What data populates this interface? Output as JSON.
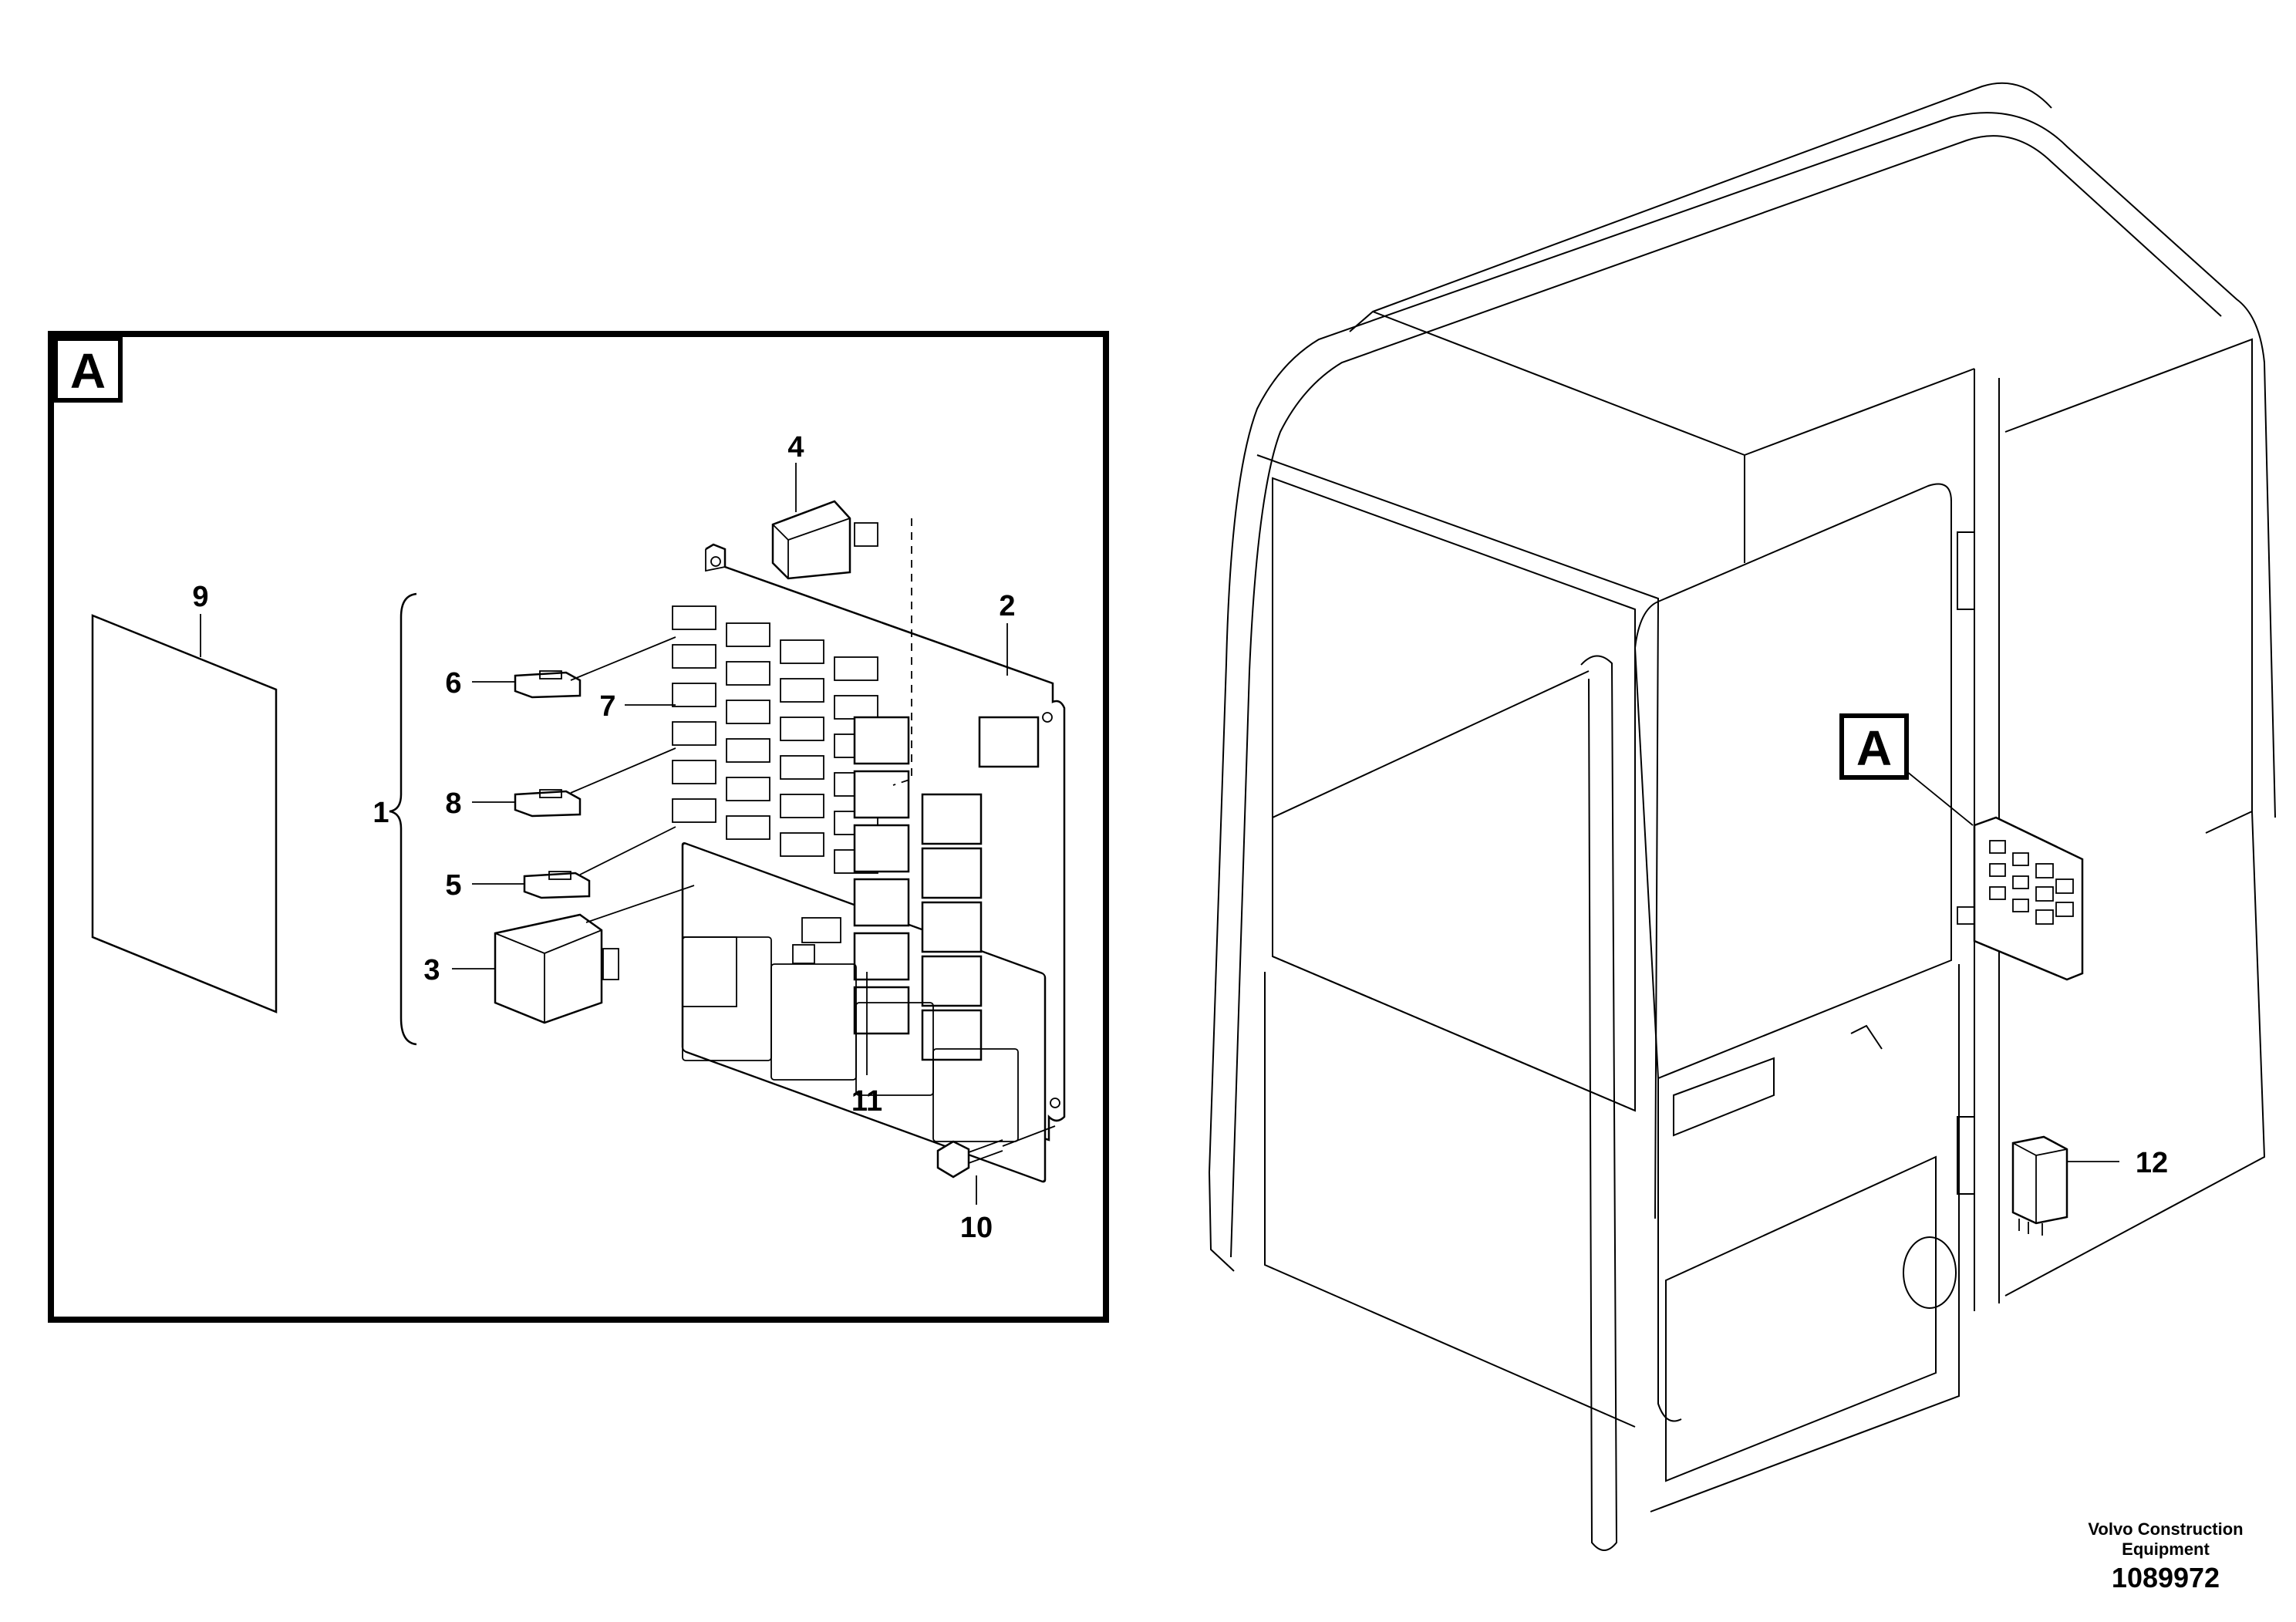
{
  "detail_view": {
    "label": "A"
  },
  "callouts": {
    "c1": "1",
    "c2": "2",
    "c3": "3",
    "c4": "4",
    "c5": "5",
    "c6": "6",
    "c7": "7",
    "c8": "8",
    "c9": "9",
    "c10": "10",
    "c11": "11",
    "c12": "12"
  },
  "location_marker": {
    "label": "A"
  },
  "footer": {
    "company_line1": "Volvo Construction",
    "company_line2": "Equipment",
    "drawing_number": "1089972"
  }
}
